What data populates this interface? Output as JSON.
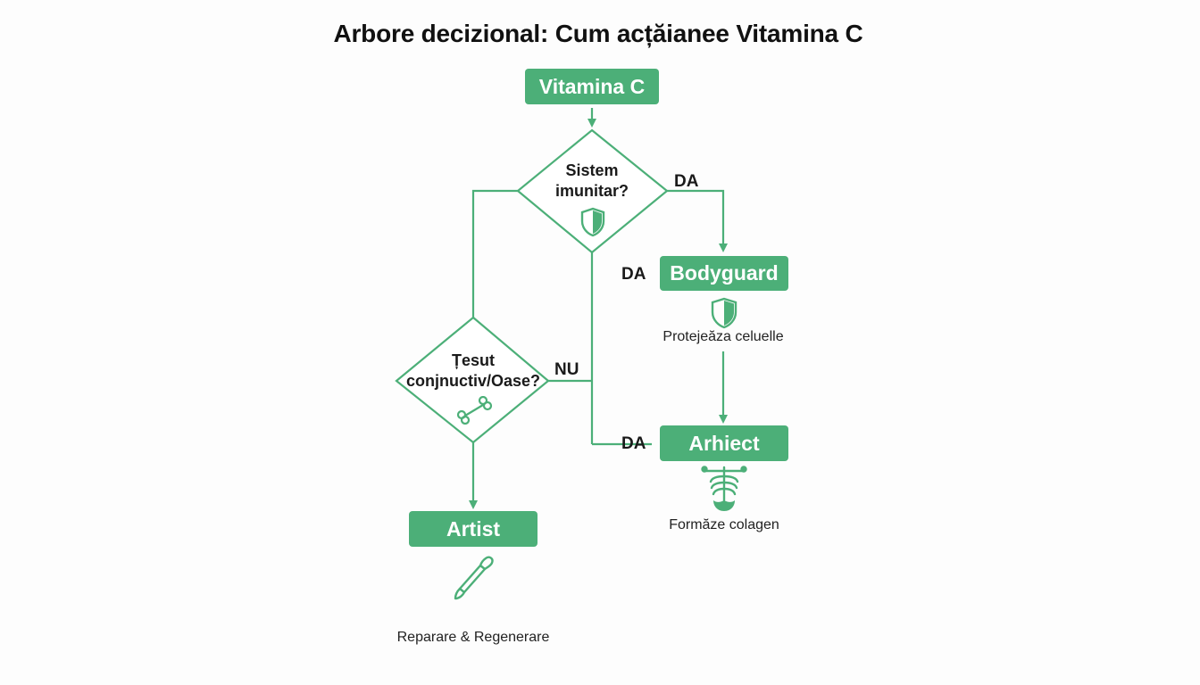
{
  "title": "Arbore decizional: Cum acțăianee Vitamina C",
  "nodes": {
    "root": {
      "label": "Vitamina C"
    },
    "decision_immune": {
      "line1": "Sistem",
      "line2": "imunitar?"
    },
    "decision_tissue": {
      "line1": "Țesut",
      "line2": "conjnuctiv/Oase?"
    },
    "bodyguard": {
      "label": "Bodyguard",
      "caption": "Protejeăza celuelle"
    },
    "architect": {
      "label": "Arhiect",
      "caption": "Formăze colagen"
    },
    "artist": {
      "label": "Artist",
      "caption": "Reparare & Regenerare"
    }
  },
  "edges": {
    "immune_yes": "DA",
    "center_yes": "DA",
    "tissue_no": "NU",
    "tissue_yes": "DA"
  },
  "icons": {
    "immune": "shield-icon",
    "bodyguard": "shield-icon",
    "tissue": "bone-icon",
    "architect": "skeleton-icon",
    "artist": "paintbrush-icon"
  },
  "colors": {
    "accent": "#4caf78",
    "line": "#4caf78",
    "text": "#1a1a1a"
  }
}
